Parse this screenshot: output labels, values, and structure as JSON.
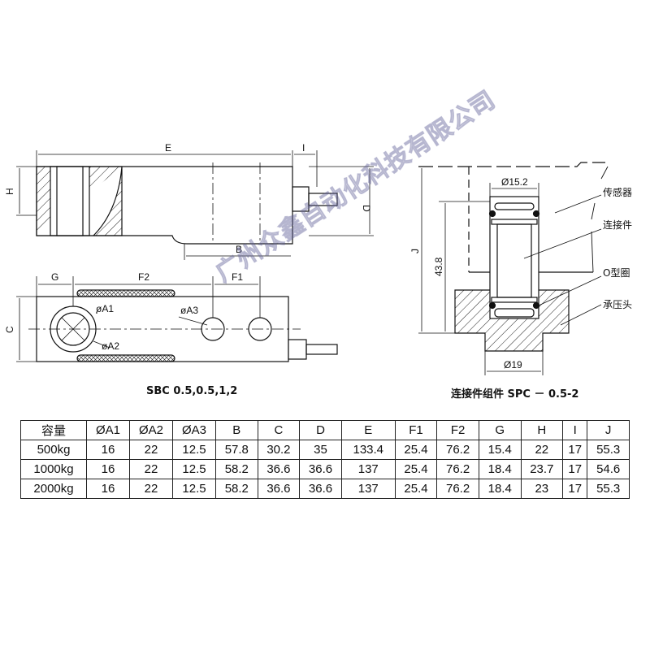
{
  "left_view": {
    "dims": {
      "E": "E",
      "I": "I",
      "H": "H",
      "D": "D",
      "B": "B",
      "G": "G",
      "F2": "F2",
      "F1": "F1",
      "C": "C",
      "A1": "øA1",
      "A2": "øA2",
      "A3": "øA3"
    },
    "caption": "SBC 0.5,0.5,1,2"
  },
  "right_view": {
    "dims": {
      "d152": "Ø15.2",
      "d19": "Ø19",
      "h438": "43.8",
      "J": "J"
    },
    "labels": {
      "sensor": "传感器",
      "connector": "连接件",
      "oring": "O型圈",
      "head": "承压头"
    },
    "caption": "连接件组件 SPC － 0.5-2"
  },
  "table": {
    "headers": [
      "容量",
      "ØA1",
      "ØA2",
      "ØA3",
      "B",
      "C",
      "D",
      "E",
      "F1",
      "F2",
      "G",
      "H",
      "I",
      "J"
    ],
    "rows": [
      [
        "500kg",
        "16",
        "22",
        "12.5",
        "57.8",
        "30.2",
        "35",
        "133.4",
        "25.4",
        "76.2",
        "15.4",
        "22",
        "17",
        "55.3"
      ],
      [
        "1000kg",
        "16",
        "22",
        "12.5",
        "58.2",
        "36.6",
        "36.6",
        "137",
        "25.4",
        "76.2",
        "18.4",
        "23.7",
        "17",
        "54.6"
      ],
      [
        "2000kg",
        "16",
        "22",
        "12.5",
        "58.2",
        "36.6",
        "36.6",
        "137",
        "25.4",
        "76.2",
        "18.4",
        "23",
        "17",
        "55.3"
      ]
    ]
  },
  "watermark": "广州众鑫自动化科技有限公司"
}
